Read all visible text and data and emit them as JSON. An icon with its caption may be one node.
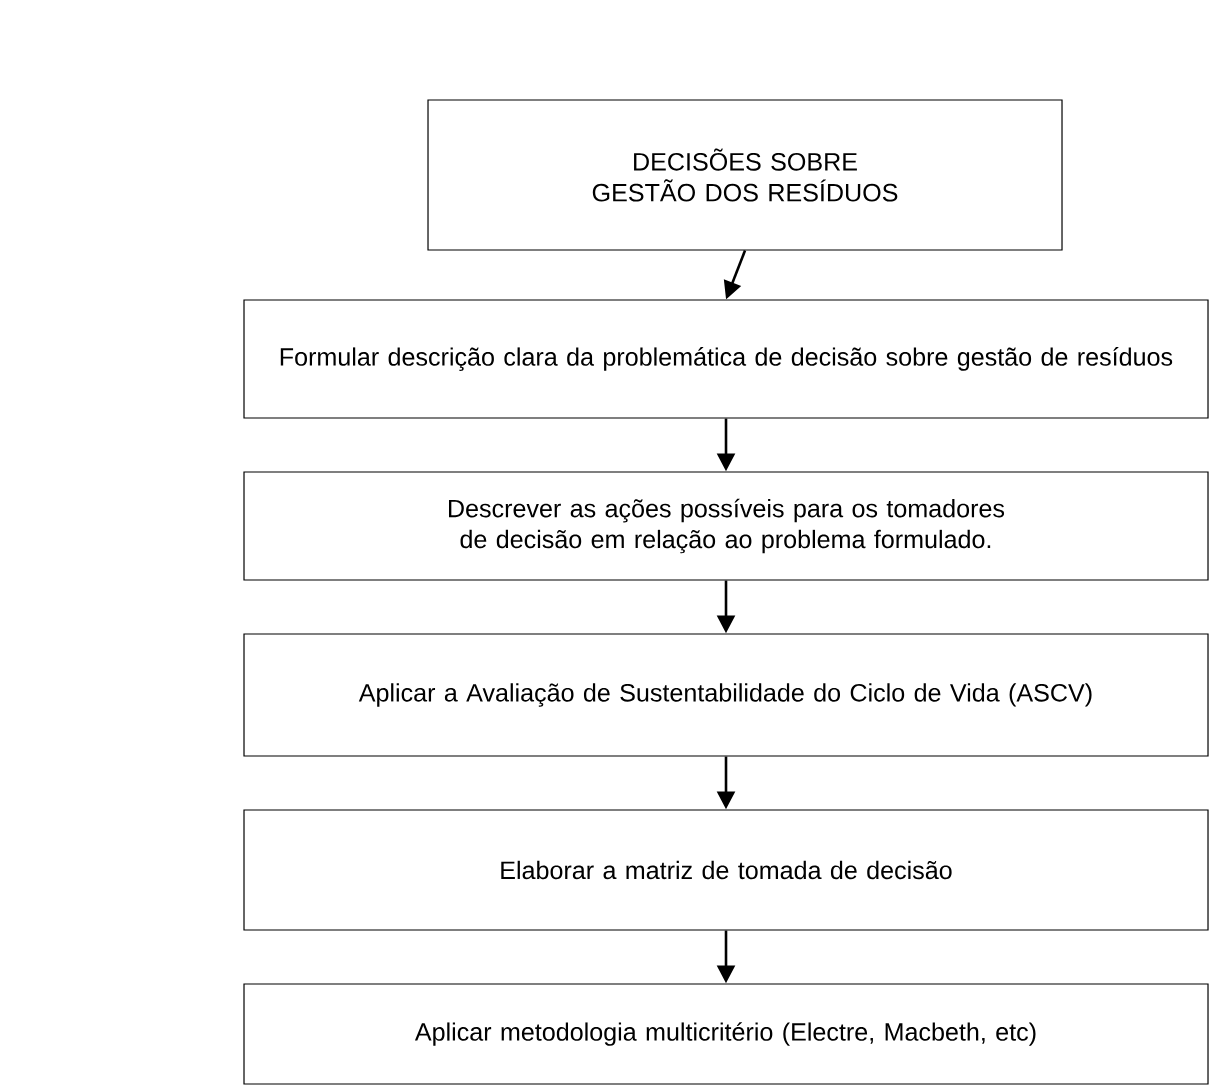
{
  "diagram": {
    "nodes": [
      {
        "text": [
          "DECISÕES SOBRE GESTÃO DOS RESÍDUOS"
        ]
      },
      {
        "text": [
          "Formular descrição clara da problemática de decisão sobre gestão de resíduos"
        ]
      },
      {
        "text": [
          "Descrever as ações possíveis para os tomadores de decisão em relação ao problema formulado."
        ]
      },
      {
        "text": [
          "Aplicar a Avaliação de Sustentabilidade do Ciclo de Vida (ASCV)"
        ]
      },
      {
        "text": [
          "Elaborar a matriz de tomada de decisão"
        ]
      },
      {
        "text": [
          "Aplicar metodologia multicritério (Electre, Macbeth, etc)"
        ]
      }
    ],
    "edges": [
      {
        "from": 0,
        "to": 1,
        "arrow": "to"
      },
      {
        "from": 1,
        "to": 2,
        "arrow": "to"
      },
      {
        "from": 2,
        "to": 3,
        "arrow": "to"
      },
      {
        "from": 3,
        "to": 4,
        "arrow": "to"
      },
      {
        "from": 4,
        "to": 5,
        "arrow": "to"
      }
    ]
  }
}
